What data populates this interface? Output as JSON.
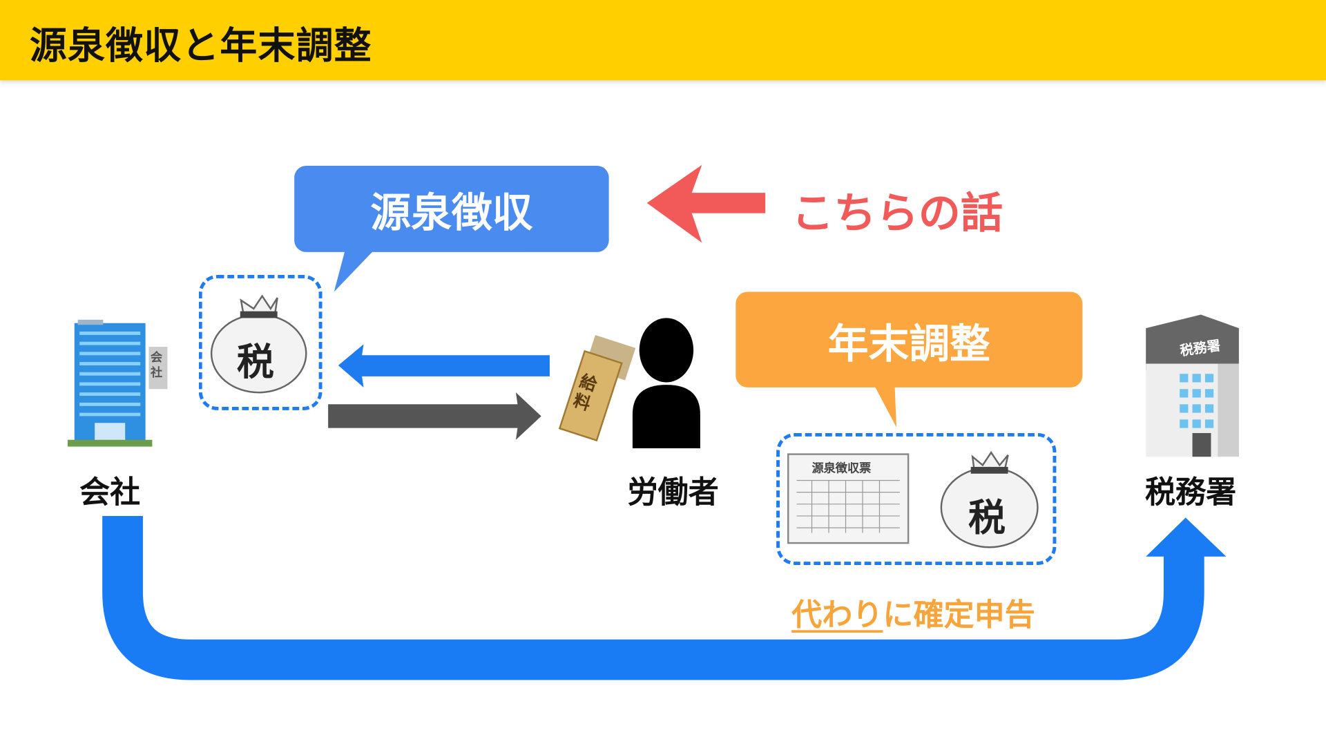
{
  "header": {
    "title": "源泉徴収と年末調整"
  },
  "bubbles": {
    "withholding": "源泉徴収",
    "year_end": "年末調整"
  },
  "pointer": {
    "text": "こちらの話"
  },
  "labels": {
    "company": "会社",
    "worker": "労働者",
    "tax_office": "税務署"
  },
  "icons": {
    "tax_bag_text": "税",
    "company_sign": "会社",
    "salary_envelope": "給料",
    "tax_office_sign": "税務署",
    "withholding_slip": "源泉徴収票"
  },
  "footer_note": {
    "underlined": "代わり",
    "rest": "に確定申告"
  },
  "colors": {
    "header": "#FFCF00",
    "blue": "#1E7BF0",
    "bubble_blue": "#4A8BF0",
    "orange": "#FBA63F",
    "red": "#F25A5A",
    "gray_arrow": "#555555"
  }
}
